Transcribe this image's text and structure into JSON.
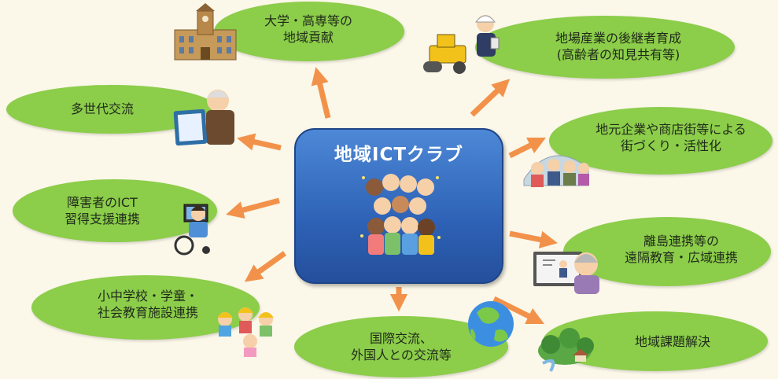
{
  "hub": {
    "title": "地域ICTクラブ"
  },
  "nodes": {
    "university": {
      "line1": "大学・高専等の",
      "line2": "地域貢献"
    },
    "succession": {
      "line1": "地場産業の後継者育成",
      "line2": "(高齢者の知見共有等)"
    },
    "generations": {
      "line1": "多世代交流"
    },
    "local_business": {
      "line1": "地元企業や商店街等による",
      "line2": "街づくり・活性化"
    },
    "disabilities": {
      "line1": "障害者のICT",
      "line2": "習得支援連携"
    },
    "islands": {
      "line1": "離島連携等の",
      "line2": "遠隔教育・広域連携"
    },
    "schools": {
      "line1": "小中学校・学童・",
      "line2": "社会教育施設連携"
    },
    "international": {
      "line1": "国際交流、",
      "line2": "外国人との交流等"
    },
    "regional_issues": {
      "line1": "地域課題解決"
    }
  },
  "colors": {
    "ellipse": "#8ccd4a",
    "arrow": "#f2924a",
    "hub": "#2e62b6",
    "background": "#fbf7e9"
  },
  "icons": [
    "university-building-icon",
    "road-roller-worker-icon",
    "elderly-man-tablet-icon",
    "shop-street-people-icon",
    "wheelchair-pc-user-icon",
    "remote-teacher-grandma-icon",
    "school-children-helmets-icon",
    "globe-icon",
    "village-forest-icon",
    "children-crowd-icon"
  ]
}
